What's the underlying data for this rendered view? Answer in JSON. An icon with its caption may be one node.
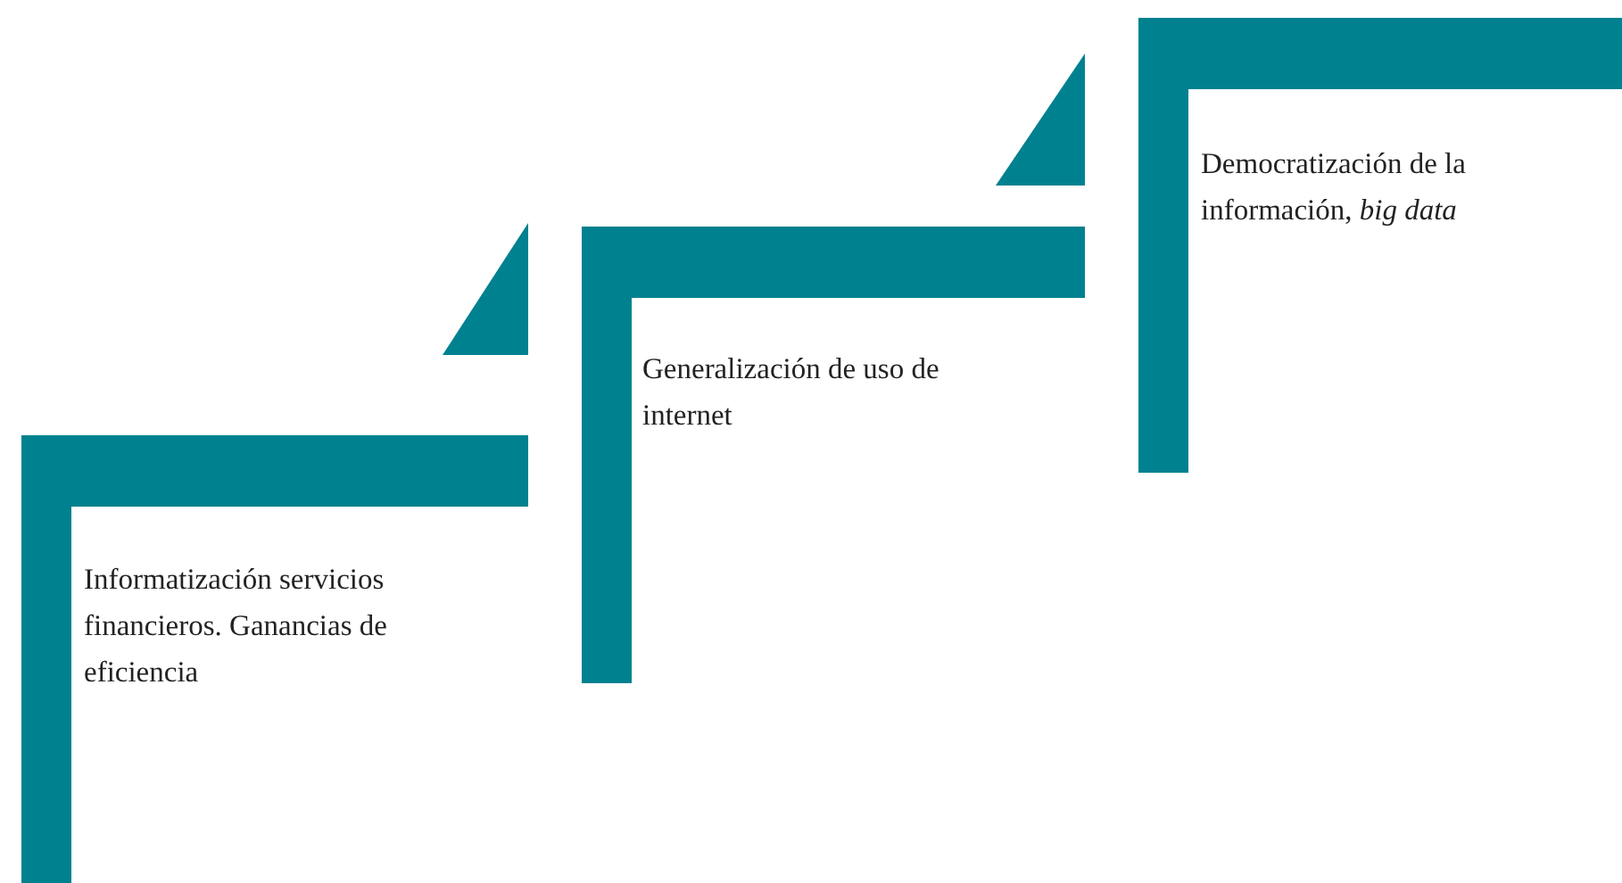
{
  "diagram": {
    "nodes": [
      {
        "text": [
          "Informatización servicios financieros. Ganancias de eficiencia"
        ]
      },
      {
        "text": [
          "Generalización de uso de internet"
        ]
      },
      {
        "text": [
          "Democratización de la información, *big data*"
        ]
      }
    ]
  }
}
